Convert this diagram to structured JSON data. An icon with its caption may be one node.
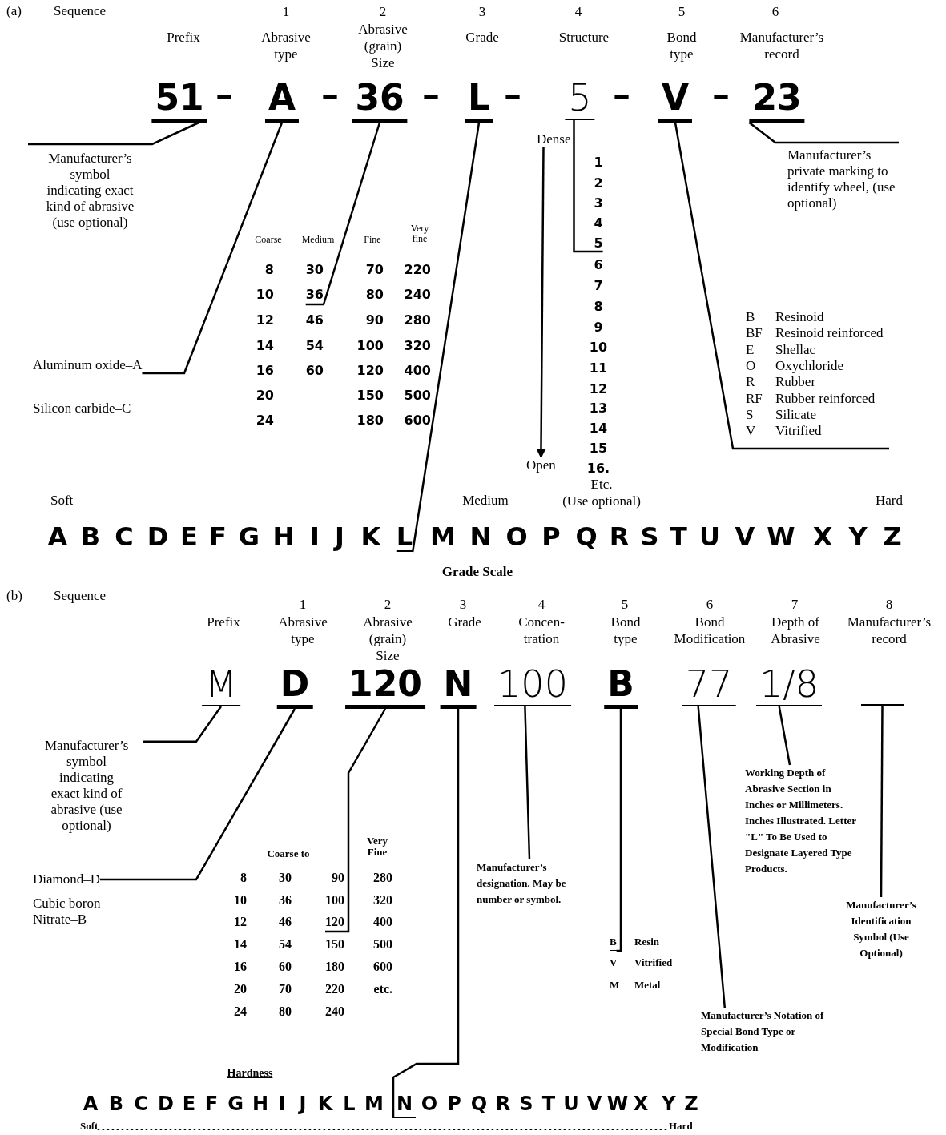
{
  "diagram": {
    "nodes": [
      {
        "text": [
          "51"
        ]
      },
      {
        "text": [
          "A"
        ]
      },
      {
        "text": [
          "36"
        ]
      },
      {
        "text": [
          "L"
        ]
      },
      {
        "text": [
          "5"
        ]
      },
      {
        "text": [
          "V"
        ]
      },
      {
        "text": [
          "23"
        ]
      },
      {
        "text": [
          "Manufacturer’s symbol indicating exact kind of abrasive (use optional)"
        ]
      },
      {
        "text": [
          "Dense"
        ]
      },
      {
        "text": [
          "Open"
        ]
      },
      {
        "text": [
          "Manufacturer’s private marking to identify wheel, (use optional)"
        ]
      },
      {
        "text": [
          "36"
        ]
      },
      {
        "text": [
          "5"
        ]
      },
      {
        "text": [
          "V",
          "Vitrified"
        ]
      },
      {
        "text": [
          "Aluminum oxide–A"
        ]
      },
      {
        "text": [
          "L"
        ]
      },
      {
        "text": [
          "M"
        ]
      },
      {
        "text": [
          "D"
        ]
      },
      {
        "text": [
          "120"
        ]
      },
      {
        "text": [
          "N"
        ]
      },
      {
        "text": [
          "100"
        ]
      },
      {
        "text": [
          "B"
        ]
      },
      {
        "text": [
          "77"
        ]
      },
      {
        "text": [
          "1/8"
        ]
      },
      {
        "text": [],
        "shape": "bar"
      },
      {
        "text": [
          "Manufacturer’s symbol indicating exact kind of abrasive (use optional)"
        ]
      },
      {
        "text": [
          "Working Depth of Abrasive Section in Inches or Millimeters. Inches Illustrated. Letter \"L\" To Be Used to Designate Layered Type Products."
        ]
      },
      {
        "text": [
          "Manufacturer’s designation. May be number or symbol."
        ]
      },
      {
        "text": [
          "Manufacturer’s Identification Symbol (Use Optional)"
        ]
      },
      {
        "text": [
          "Diamond–D"
        ]
      },
      {
        "text": [
          "120"
        ]
      },
      {
        "text": [
          "B"
        ]
      },
      {
        "text": [
          "Manufacturer’s Notation of Special Bond Type or Modification"
        ]
      },
      {
        "text": [
          "N"
        ]
      },
      {
        "text": [
          "Soft"
        ]
      },
      {
        "text": [
          "Hard"
        ]
      }
    ],
    "edges": [
      {
        "from": 0,
        "to": 7,
        "arrow": "none"
      },
      {
        "from": 1,
        "to": 14,
        "arrow": "none"
      },
      {
        "from": 2,
        "to": 11,
        "arrow": "none"
      },
      {
        "from": 3,
        "to": 15,
        "arrow": "none"
      },
      {
        "from": 4,
        "to": 12,
        "arrow": "none"
      },
      {
        "from": 5,
        "to": 13,
        "arrow": "none"
      },
      {
        "from": 6,
        "to": 10,
        "arrow": "none"
      },
      {
        "from": 8,
        "to": 9,
        "arrow": "to"
      },
      {
        "from": 16,
        "to": 25,
        "arrow": "none"
      },
      {
        "from": 17,
        "to": 29,
        "arrow": "none"
      },
      {
        "from": 18,
        "to": 30,
        "arrow": "none"
      },
      {
        "from": 19,
        "to": 33,
        "arrow": "none"
      },
      {
        "from": 20,
        "to": 27,
        "arrow": "none"
      },
      {
        "from": 21,
        "to": 31,
        "arrow": "none"
      },
      {
        "from": 22,
        "to": 32,
        "arrow": "none"
      },
      {
        "from": 23,
        "to": 26,
        "arrow": "none"
      },
      {
        "from": 24,
        "to": 28,
        "arrow": "none"
      },
      {
        "from": 34,
        "to": 35,
        "arrow": "none",
        "style": "dashed"
      }
    ],
    "labels": [
      "(a)",
      "Sequence",
      "1",
      "2",
      "3",
      "4",
      "5",
      "6",
      "Prefix",
      "Abrasive type",
      "Abrasive (grain) Size",
      "Grade",
      "Structure",
      "Bond type",
      "Manufacturer’s record",
      "–",
      "–",
      "–",
      "–",
      "–",
      "–",
      "Coarse",
      "Medium",
      "Fine",
      "Very fine",
      "8",
      "30",
      "70",
      "220",
      "10",
      "80",
      "240",
      "12",
      "46",
      "90",
      "280",
      "14",
      "54",
      "100",
      "320",
      "16",
      "60",
      "120",
      "400",
      "20",
      "150",
      "500",
      "24",
      "180",
      "600",
      "Silicon carbide–C",
      "1",
      "2",
      "3",
      "4",
      "6",
      "7",
      "8",
      "9",
      "10",
      "11",
      "12",
      "13",
      "14",
      "15",
      "16.",
      "Etc.",
      "(Use optional)",
      "B",
      "Resinoid",
      "BF",
      "Resinoid reinforced",
      "E",
      "Shellac",
      "O",
      "Oxychloride",
      "R",
      "Rubber",
      "RF",
      "Rubber reinforced",
      "S",
      "Silicate",
      "Soft",
      "Medium",
      "Hard",
      "A",
      "B",
      "C",
      "D",
      "E",
      "F",
      "G",
      "H",
      "I",
      "J",
      "K",
      "M",
      "N",
      "O",
      "P",
      "Q",
      "R",
      "S",
      "T",
      "U",
      "V",
      "W",
      "X",
      "Y",
      "Z",
      "Grade Scale",
      "(b)",
      "Sequence",
      "1",
      "2",
      "3",
      "4",
      "5",
      "6",
      "7",
      "8",
      "Prefix",
      "Abrasive type",
      "Abrasive (grain) Size",
      "Grade",
      "Concen- tration",
      "Bond type",
      "Bond Modification",
      "Depth of Abrasive",
      "Manufacturer’s record",
      "Coarse to",
      "Very Fine",
      "8",
      "30",
      "90",
      "280",
      "10",
      "36",
      "100",
      "320",
      "12",
      "46",
      "400",
      "14",
      "54",
      "150",
      "500",
      "16",
      "60",
      "180",
      "600",
      "20",
      "70",
      "220",
      "etc.",
      "24",
      "80",
      "240",
      "Cubic boron Nitrate–B",
      "Resin",
      "V",
      "Vitrified",
      "M",
      "Metal",
      "Hardness",
      "A",
      "B",
      "C",
      "D",
      "E",
      "F",
      "G",
      "H",
      "I",
      "J",
      "K",
      "L",
      "M",
      "O",
      "P",
      "Q",
      "R",
      "S",
      "T",
      "U",
      "V",
      "W",
      "X",
      "Y",
      "Z"
    ]
  }
}
